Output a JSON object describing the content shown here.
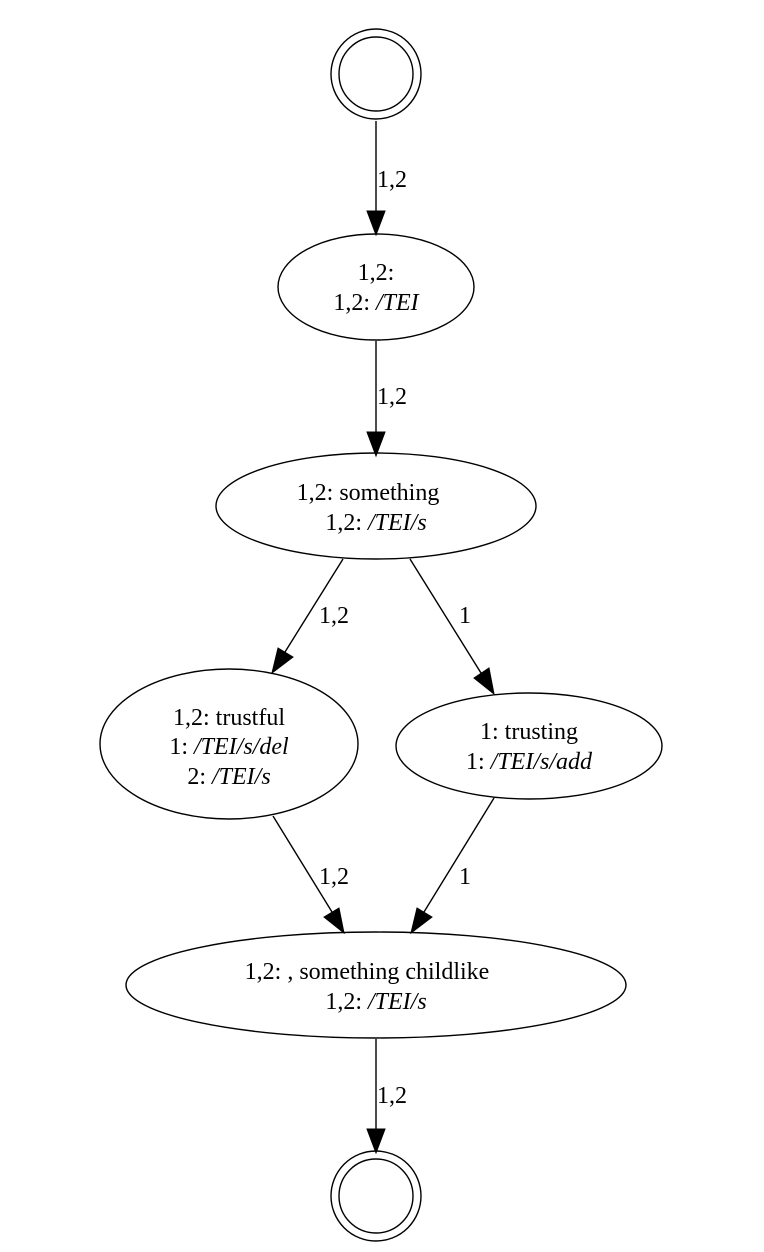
{
  "nodes": {
    "start": {},
    "n1": {
      "line1": "1,2:",
      "line2_prefix": "1,2: ",
      "line2_path": "/TEI"
    },
    "n2": {
      "line1": "1,2: something",
      "line2_prefix": "1,2: ",
      "line2_path": "/TEI/s"
    },
    "n3": {
      "line1": "1,2: trustful",
      "line2_prefix": "1: ",
      "line2_path_a": "/TEI/s",
      "line2_path_b": "/del",
      "line3_prefix": "2: ",
      "line3_path": "/TEI/s"
    },
    "n4": {
      "line1": "1: trusting",
      "line2_prefix": "1: ",
      "line2_path_a": "/TEI/s",
      "line2_path_b": "/add"
    },
    "n5": {
      "line1": "1,2: , something childlike",
      "line2_prefix": "1,2: ",
      "line2_path": "/TEI/s"
    },
    "end": {}
  },
  "edges": {
    "start_n1": "1,2",
    "n1_n2": "1,2",
    "n2_n3": "1,2",
    "n2_n4": "1",
    "n3_n5": "1,2",
    "n4_n5": "1",
    "n5_end": "1,2"
  }
}
